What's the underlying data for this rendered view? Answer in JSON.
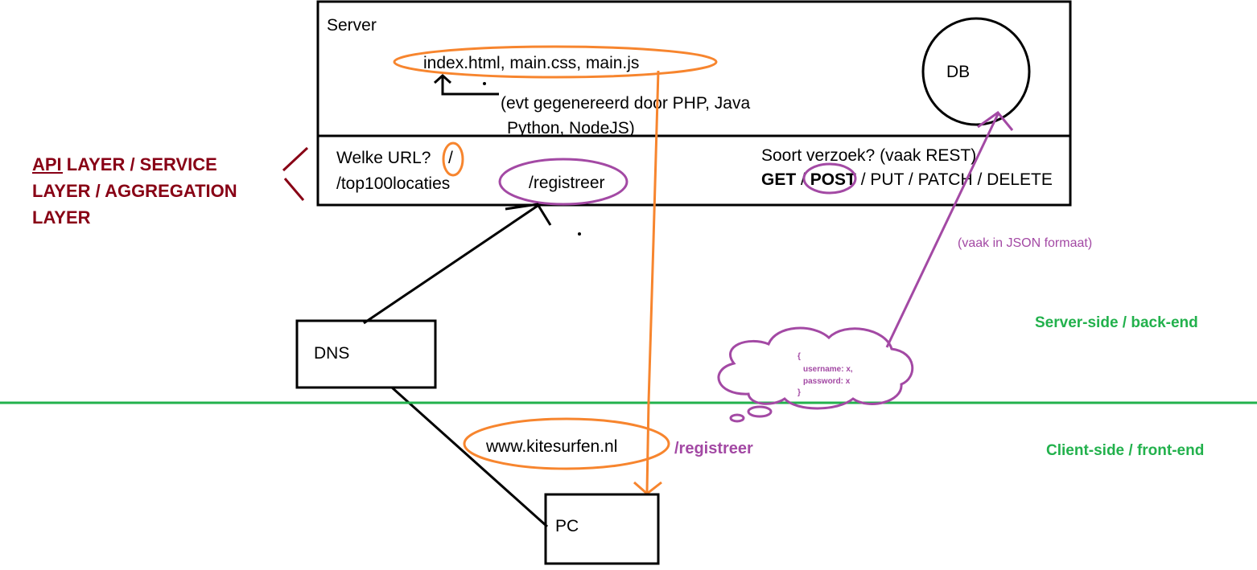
{
  "server": {
    "title": "Server",
    "files": "index.html, main.css, main.js",
    "generated_note_line1": "(evt gegenereerd door PHP, Java",
    "generated_note_line2": "Python, NodeJS)",
    "db": "DB"
  },
  "api": {
    "label_line1": "API LAYER / SERVICE",
    "label_line2": "LAYER / AGGREGATION",
    "label_line3": "LAYER",
    "url_question": "Welke URL?",
    "url_root": "/",
    "url_top": "/top100locaties",
    "url_register": "/registreer",
    "request_question": "Soort verzoek? (vaak REST)",
    "methods": {
      "get": "GET",
      "post": "POST",
      "put": "PUT",
      "patch": "PATCH",
      "delete": "DELETE",
      "sep": "/"
    }
  },
  "json_note": "(vaak in JSON formaat)",
  "payload": {
    "open": "{",
    "username": "username: x,",
    "password": "password: x",
    "close": "}"
  },
  "sides": {
    "server": "Server-side / back-end",
    "client": "Client-side / front-end"
  },
  "dns": "DNS",
  "pc": "PC",
  "client_url": "www.kitesurfen.nl",
  "client_path": "/registreer",
  "colors": {
    "orange": "#f7852e",
    "purple": "#a349a4",
    "green": "#22b14c",
    "darkred": "#880015",
    "black": "#000000"
  }
}
